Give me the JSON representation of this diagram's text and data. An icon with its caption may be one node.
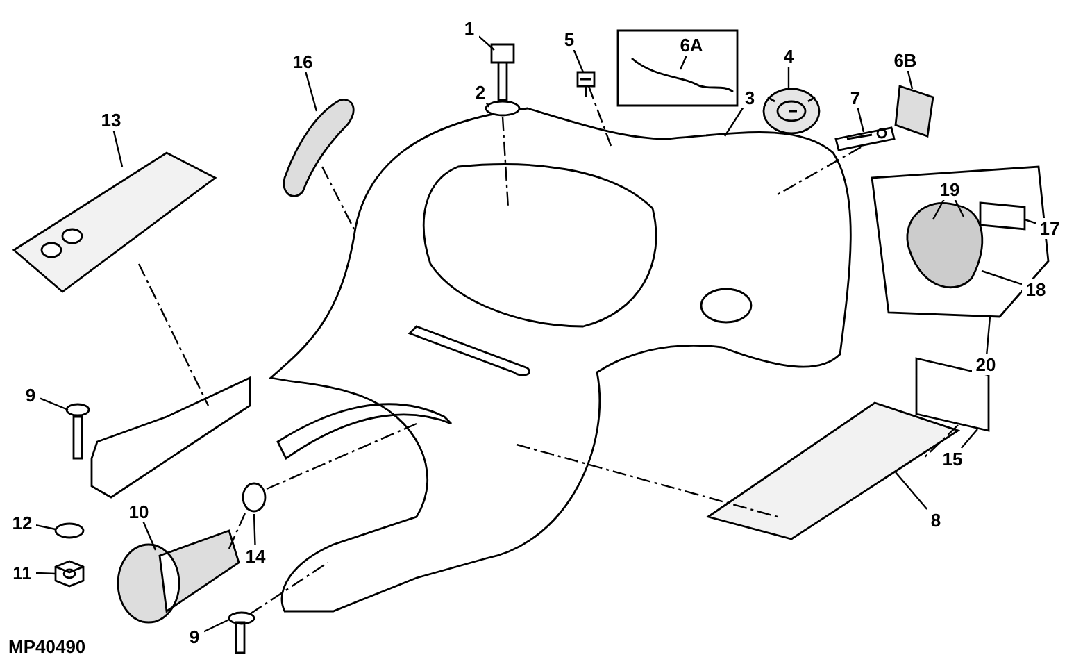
{
  "diagram": {
    "nodes": [
      {
        "text": [
          "1"
        ]
      },
      {
        "text": [
          "5"
        ]
      },
      {
        "text": [],
        "shape": "box"
      },
      {
        "text": [
          "6A"
        ],
        "in": 2
      },
      {
        "text": [],
        "shape": "picture",
        "in": 2
      },
      {
        "text": [
          "16"
        ]
      },
      {
        "text": [
          "2"
        ]
      },
      {
        "text": [
          "4"
        ]
      },
      {
        "text": [
          "6B"
        ]
      },
      {
        "text": [
          "7"
        ]
      },
      {
        "text": [
          "13"
        ]
      },
      {
        "text": [
          "3"
        ]
      },
      {
        "text": [],
        "shape": "box"
      },
      {
        "text": [
          "19"
        ],
        "in": 12
      },
      {
        "text": [
          "17"
        ],
        "in": 12
      },
      {
        "text": [
          "18"
        ],
        "in": 12
      },
      {
        "text": [],
        "shape": "picture",
        "in": 12
      },
      {
        "text": [],
        "shape": "box",
        "in": 12
      },
      {
        "text": [
          "20"
        ]
      },
      {
        "text": [
          "9"
        ]
      },
      {
        "text": [
          "15"
        ]
      },
      {
        "text": [
          "10"
        ]
      },
      {
        "text": [
          "8"
        ]
      },
      {
        "text": [
          "12"
        ]
      },
      {
        "text": [
          "14"
        ]
      },
      {
        "text": [
          "11"
        ]
      },
      {
        "text": [
          "9"
        ]
      },
      {
        "text": [],
        "shape": "picture"
      },
      {
        "text": [],
        "shape": "picture"
      },
      {
        "text": [],
        "shape": "picture"
      },
      {
        "text": [],
        "shape": "picture"
      },
      {
        "text": [],
        "shape": "picture"
      },
      {
        "text": [],
        "shape": "picture"
      },
      {
        "text": [],
        "shape": "picture"
      },
      {
        "text": [],
        "shape": "picture"
      },
      {
        "text": [],
        "shape": "picture"
      },
      {
        "text": [],
        "shape": "picture"
      },
      {
        "text": [],
        "shape": "picture"
      },
      {
        "text": [],
        "shape": "box"
      },
      {
        "text": [],
        "shape": "picture"
      },
      {
        "text": [],
        "shape": "picture"
      },
      {
        "text": [],
        "shape": "circle"
      },
      {
        "text": [],
        "shape": "circle"
      },
      {
        "text": [],
        "shape": "picture"
      },
      {
        "text": [],
        "shape": "picture"
      }
    ],
    "edges": [
      {
        "from": 0,
        "to": 27,
        "arrow": "none"
      },
      {
        "from": 1,
        "to": 28,
        "arrow": "none"
      },
      {
        "from": 3,
        "to": 4,
        "arrow": "none"
      },
      {
        "from": 5,
        "to": 29,
        "arrow": "none"
      },
      {
        "from": 6,
        "to": 30,
        "arrow": "none"
      },
      {
        "from": 7,
        "to": 31,
        "arrow": "none"
      },
      {
        "from": 8,
        "to": 32,
        "arrow": "none"
      },
      {
        "from": 9,
        "to": 33,
        "arrow": "none"
      },
      {
        "from": 10,
        "to": 34,
        "arrow": "none"
      },
      {
        "from": 11,
        "to": 35,
        "arrow": "none"
      },
      {
        "from": 13,
        "to": 16,
        "arrow": "none"
      },
      {
        "from": 13,
        "to": 16,
        "arrow": "none"
      },
      {
        "from": 14,
        "to": 17,
        "arrow": "none"
      },
      {
        "from": 15,
        "to": 16,
        "arrow": "none"
      },
      {
        "from": 18,
        "to": 12,
        "arrow": "none"
      },
      {
        "from": 19,
        "to": 37,
        "arrow": "none"
      },
      {
        "from": 20,
        "to": 38,
        "arrow": "none"
      },
      {
        "from": 21,
        "to": 39,
        "arrow": "none"
      },
      {
        "from": 22,
        "to": 40,
        "arrow": "none"
      },
      {
        "from": 23,
        "to": 41,
        "arrow": "none"
      },
      {
        "from": 24,
        "to": 42,
        "arrow": "none"
      },
      {
        "from": 25,
        "to": 43,
        "arrow": "none"
      },
      {
        "from": 26,
        "to": 44,
        "arrow": "none"
      },
      {
        "from": 30,
        "to": 35,
        "arrow": "none",
        "style": "dashed"
      },
      {
        "from": 28,
        "to": 35,
        "arrow": "none",
        "style": "dashed"
      },
      {
        "from": 29,
        "to": 35,
        "arrow": "none",
        "style": "dashed"
      },
      {
        "from": 33,
        "to": 35,
        "arrow": "none",
        "style": "dashed"
      },
      {
        "from": 34,
        "to": 36,
        "arrow": "none",
        "style": "dashed"
      },
      {
        "from": 39,
        "to": 42,
        "arrow": "none",
        "style": "dashed"
      },
      {
        "from": 42,
        "to": 35,
        "arrow": "none",
        "style": "dashed"
      },
      {
        "from": 44,
        "to": 35,
        "arrow": "none",
        "style": "dashed"
      },
      {
        "from": 38,
        "to": 40,
        "arrow": "none",
        "style": "dashed"
      },
      {
        "from": 35,
        "to": 40,
        "arrow": "none",
        "style": "dashed"
      }
    ],
    "labels": [
      "MP40490"
    ]
  }
}
